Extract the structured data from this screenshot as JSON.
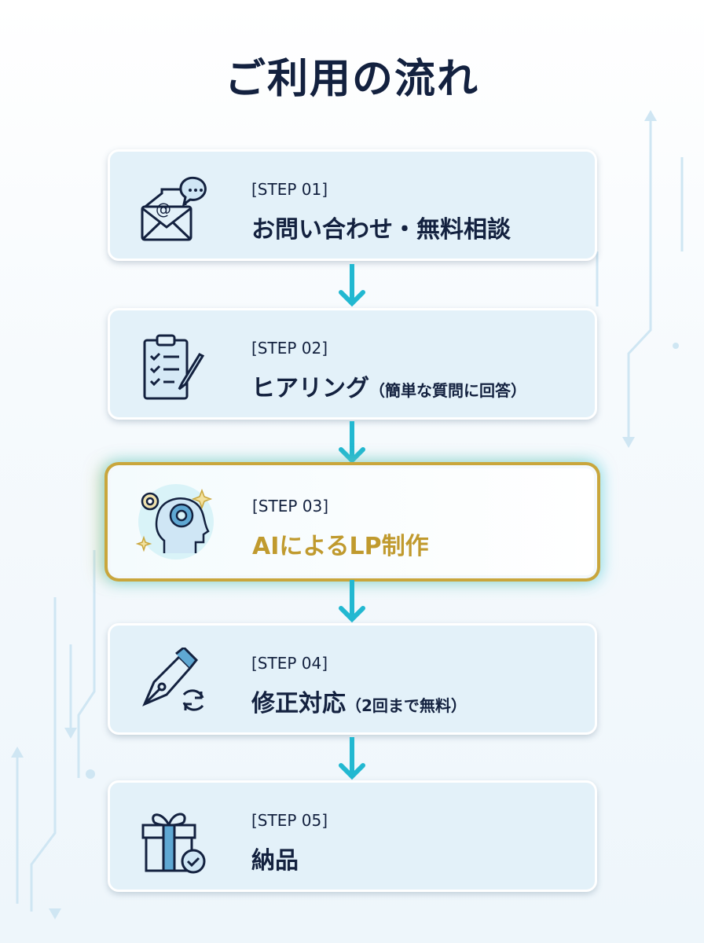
{
  "title": "ご利用の流れ",
  "steps": [
    {
      "step": "[STEP 01]",
      "title": "お問い合わせ・無料相談",
      "sub": "",
      "icon": "email-chat-icon"
    },
    {
      "step": "[STEP 02]",
      "title": "ヒアリング",
      "sub": "（簡単な質問に回答）",
      "icon": "clipboard-checklist-icon"
    },
    {
      "step": "[STEP 03]",
      "title": "AIによるLP制作",
      "sub": "",
      "icon": "ai-head-gears-icon"
    },
    {
      "step": "[STEP 04]",
      "title": "修正対応",
      "sub": "（2回まで無料）",
      "icon": "pen-refresh-icon"
    },
    {
      "step": "[STEP 05]",
      "title": "納品",
      "sub": "",
      "icon": "gift-check-icon"
    }
  ],
  "colors": {
    "navy": "#13213f",
    "cyan": "#22b8d1",
    "gold": "#c09a2e",
    "card": "#e3f1f9"
  }
}
